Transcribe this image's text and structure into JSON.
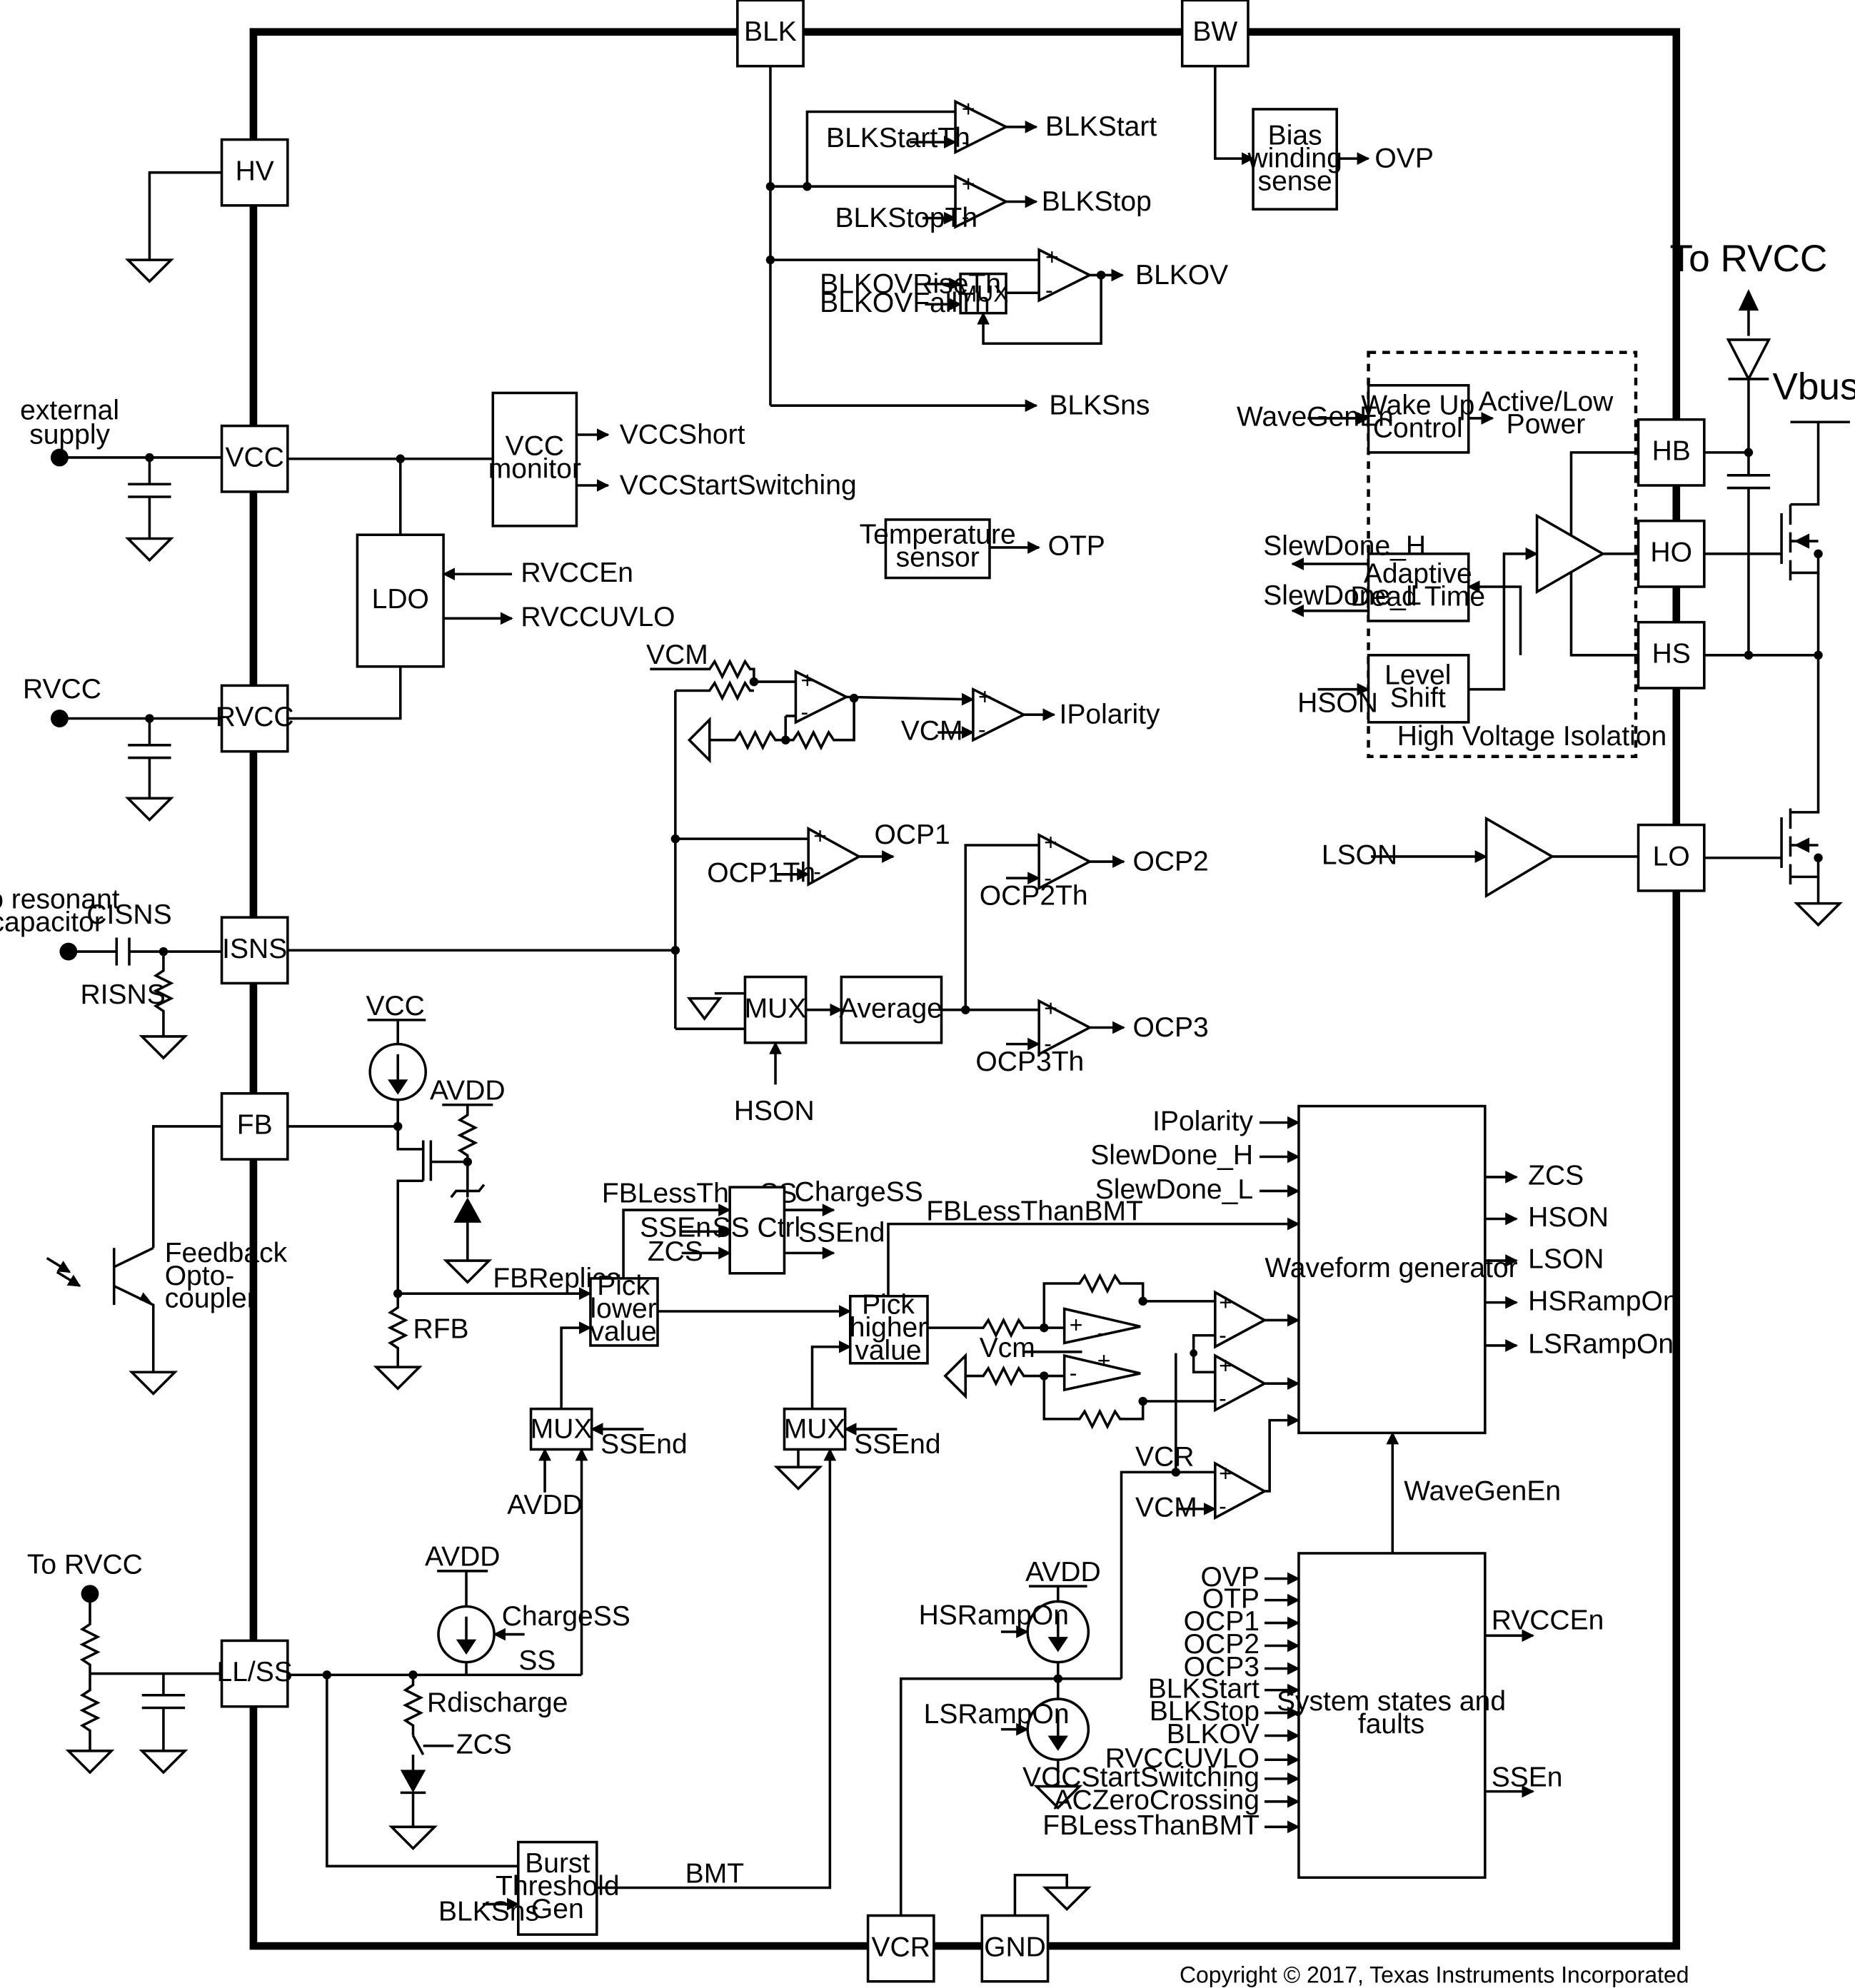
{
  "pins": {
    "blk": "BLK",
    "bw": "BW",
    "hv": "HV",
    "vcc": "VCC",
    "rvcc": "RVCC",
    "isns": "ISNS",
    "fb": "FB",
    "llss": "LL/SS",
    "vcr": "VCR",
    "gnd": "GND",
    "hb": "HB",
    "ho": "HO",
    "hs": "HS",
    "lo": "LO"
  },
  "blocks": {
    "bias_winding": [
      "Bias",
      "winding",
      "sense"
    ],
    "vcc_monitor": [
      "VCC",
      "monitor"
    ],
    "ldo": "LDO",
    "temp_sensor": [
      "Temperature",
      "sensor"
    ],
    "mux": "MUX",
    "average": "Average",
    "ss_ctrl": "SS Ctrl",
    "pick_lower": [
      "Pick",
      "lower",
      "value"
    ],
    "pick_higher": [
      "Pick",
      "higher",
      "value"
    ],
    "waveform_gen": "Waveform generator",
    "system_states": [
      "System states and",
      "faults"
    ],
    "burst_gen": [
      "Burst",
      "Threshold",
      "Gen"
    ],
    "wake_up": [
      "Wake Up",
      "Control"
    ],
    "adaptive_dead": [
      "Adaptive",
      "Dead Time"
    ],
    "level_shift": [
      "Level",
      "Shift"
    ],
    "hv_isolation": "High Voltage Isolation"
  },
  "signals": {
    "blkstart": "BLKStart",
    "blkstartth": "BLKStartTh",
    "blkstop": "BLKStop",
    "blkstopth": "BLKStopTh",
    "blkov": "BLKOV",
    "blkovriseth": "BLKOVRiseTh",
    "blkovfallth": "BLKOVFallTh",
    "blksns": "BLKSns",
    "ovp": "OVP",
    "vccshort": "VCCShort",
    "vccstartswitching": "VCCStartSwitching",
    "rvccen": "RVCCEn",
    "rvccuvlo": "RVCCUVLO",
    "otp": "OTP",
    "vcm": "VCM",
    "ipolarity": "IPolarity",
    "ocp1": "OCP1",
    "ocp1th": "OCP1Th",
    "ocp2": "OCP2",
    "ocp2th": "OCP2Th",
    "ocp3": "OCP3",
    "ocp3th": "OCP3Th",
    "hson": "HSON",
    "lson": "LSON",
    "fblessthanss": "FBLessThanSS",
    "chargess": "ChargeSS",
    "ssen": "SSEn",
    "ssend": "SSEnd",
    "zcs": "ZCS",
    "fbreplica": "FBReplica",
    "rfb": "RFB",
    "fblessthanbmt": "FBLessThanBMT",
    "slewdone_h": "SlewDone_H",
    "slewdone_l": "SlewDone_L",
    "hsrampon": "HSRampOn",
    "lsrampon": "LSRampOn",
    "vcm_lower": "Vcm",
    "vcr": "VCR",
    "wavegenen": "WaveGenEn",
    "avdd": "AVDD",
    "ss": "SS",
    "bmt": "BMT",
    "rdischarge": "Rdischarge",
    "acxerocrossing": "ACZeroCrossing",
    "vcc": "VCC",
    "to_rvcc": "To RVCC",
    "vbus": "Vbus",
    "active_low": [
      "Active/Low",
      "Power"
    ]
  },
  "system_inputs": [
    "OVP",
    "OTP",
    "OCP1",
    "OCP2",
    "OCP3",
    "BLKStart",
    "BLKStop",
    "BLKOV",
    "RVCCUVLO",
    "VCCStartSwitching",
    "ACZeroCrossing",
    "FBLessThanBMT"
  ],
  "waveform_inputs": [
    "IPolarity",
    "SlewDone_H",
    "SlewDone_L"
  ],
  "waveform_outputs": [
    "ZCS",
    "HSON",
    "LSON",
    "HSRampOn",
    "LSRampOn"
  ],
  "external": {
    "external_supply": [
      "external",
      "supply"
    ],
    "rvcc_label": "RVCC",
    "to_res_cap": [
      "To resonant",
      "capacitor"
    ],
    "cisns": "CISNS",
    "risns": "RISNS",
    "feedback_opto": [
      "Feedback",
      "Opto-",
      "coupler"
    ],
    "to_rvcc": "To RVCC"
  },
  "copyright": "Copyright © 2017, Texas Instruments Incorporated"
}
